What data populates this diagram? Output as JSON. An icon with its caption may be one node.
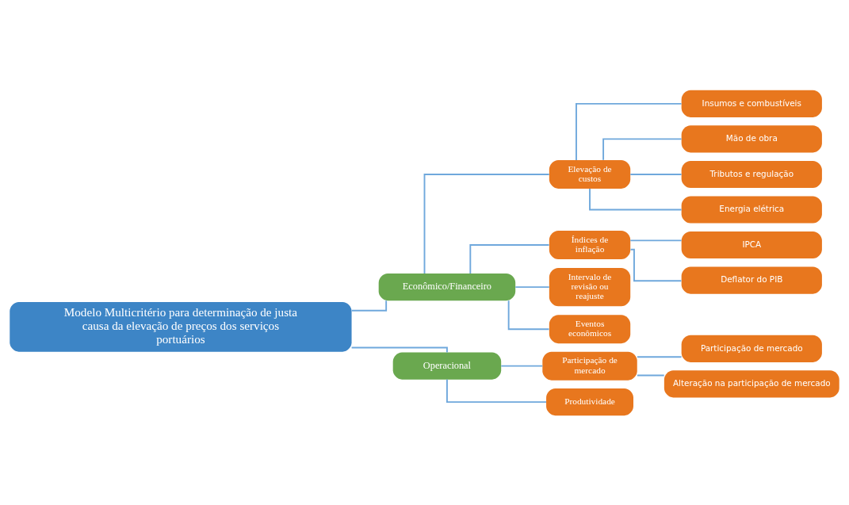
{
  "diagram": {
    "nodes": [
      {
        "text": [
          "Modelo Multicritério para determinação de justa causa da elevação de preços dos serviços portuários"
        ]
      },
      {
        "text": [
          "Econômico/Financeiro"
        ]
      },
      {
        "text": [
          "Operacional"
        ]
      },
      {
        "text": [
          "Elevação de custos"
        ]
      },
      {
        "text": [
          "Insumos e combustíveis"
        ]
      },
      {
        "text": [
          "Mão de obra"
        ]
      },
      {
        "text": [
          "Tributos e regulação"
        ]
      },
      {
        "text": [
          "Energia elétrica"
        ]
      },
      {
        "text": [
          "Índices de inflação"
        ]
      },
      {
        "text": [
          "IPCA"
        ]
      },
      {
        "text": [
          "Deflator do PIB"
        ]
      },
      {
        "text": [
          "Intervalo de revisão ou reajuste"
        ]
      },
      {
        "text": [
          "Eventos econômicos"
        ]
      },
      {
        "text": [
          "Participação de mercado"
        ]
      },
      {
        "text": [
          "Participação de mercado"
        ]
      },
      {
        "text": [
          "Alteração na participação de mercado"
        ]
      },
      {
        "text": [
          "Produtividade"
        ]
      }
    ],
    "edges": [
      {
        "from": 0,
        "to": 1,
        "arrow": "none"
      },
      {
        "from": 0,
        "to": 2,
        "arrow": "none"
      },
      {
        "from": 1,
        "to": 3,
        "arrow": "none"
      },
      {
        "from": 1,
        "to": 8,
        "arrow": "none"
      },
      {
        "from": 1,
        "to": 11,
        "arrow": "none"
      },
      {
        "from": 1,
        "to": 12,
        "arrow": "none"
      },
      {
        "from": 3,
        "to": 4,
        "arrow": "none"
      },
      {
        "from": 3,
        "to": 5,
        "arrow": "none"
      },
      {
        "from": 3,
        "to": 6,
        "arrow": "none"
      },
      {
        "from": 3,
        "to": 7,
        "arrow": "none"
      },
      {
        "from": 8,
        "to": 9,
        "arrow": "none"
      },
      {
        "from": 8,
        "to": 10,
        "arrow": "none"
      },
      {
        "from": 2,
        "to": 13,
        "arrow": "none"
      },
      {
        "from": 2,
        "to": 16,
        "arrow": "none"
      },
      {
        "from": 13,
        "to": 14,
        "arrow": "none"
      },
      {
        "from": 13,
        "to": 15,
        "arrow": "none"
      }
    ]
  }
}
